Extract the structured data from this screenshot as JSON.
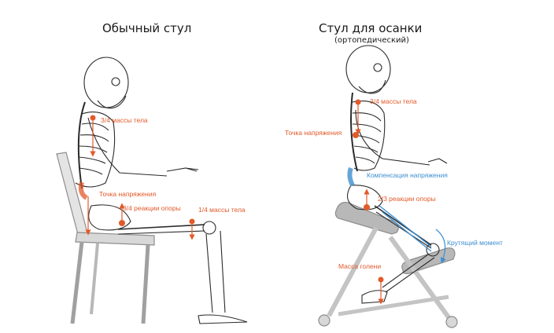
{
  "colors": {
    "stress": "#e25a2a",
    "compensation": "#3d8fd0",
    "bone": "#2b2b2b",
    "chair": "#8d8d8d",
    "chair_fill": "#d8d8d8",
    "background": "#ffffff"
  },
  "left_panel": {
    "title": "Обычный стул",
    "labels": {
      "body_mass": "3/4 массы тела",
      "stress_point": "Точка напряжения",
      "support_reaction": "3/4 реакции опоры",
      "quarter_mass": "1/4 массы тела"
    }
  },
  "right_panel": {
    "title": "Стул для осанки",
    "subtitle": "(ортопедический)",
    "labels": {
      "body_mass": "3/4 массы тела",
      "stress_point": "Точка напряжения",
      "compensation": "Компенсация напряжения",
      "support_reaction": "2/3 реакции опоры",
      "torque": "Крутящий момент",
      "shin_mass": "Масса голени"
    }
  },
  "icons": [
    "skeleton-figure",
    "chair",
    "kneeling-chair",
    "force-arrow",
    "stress-dot"
  ]
}
